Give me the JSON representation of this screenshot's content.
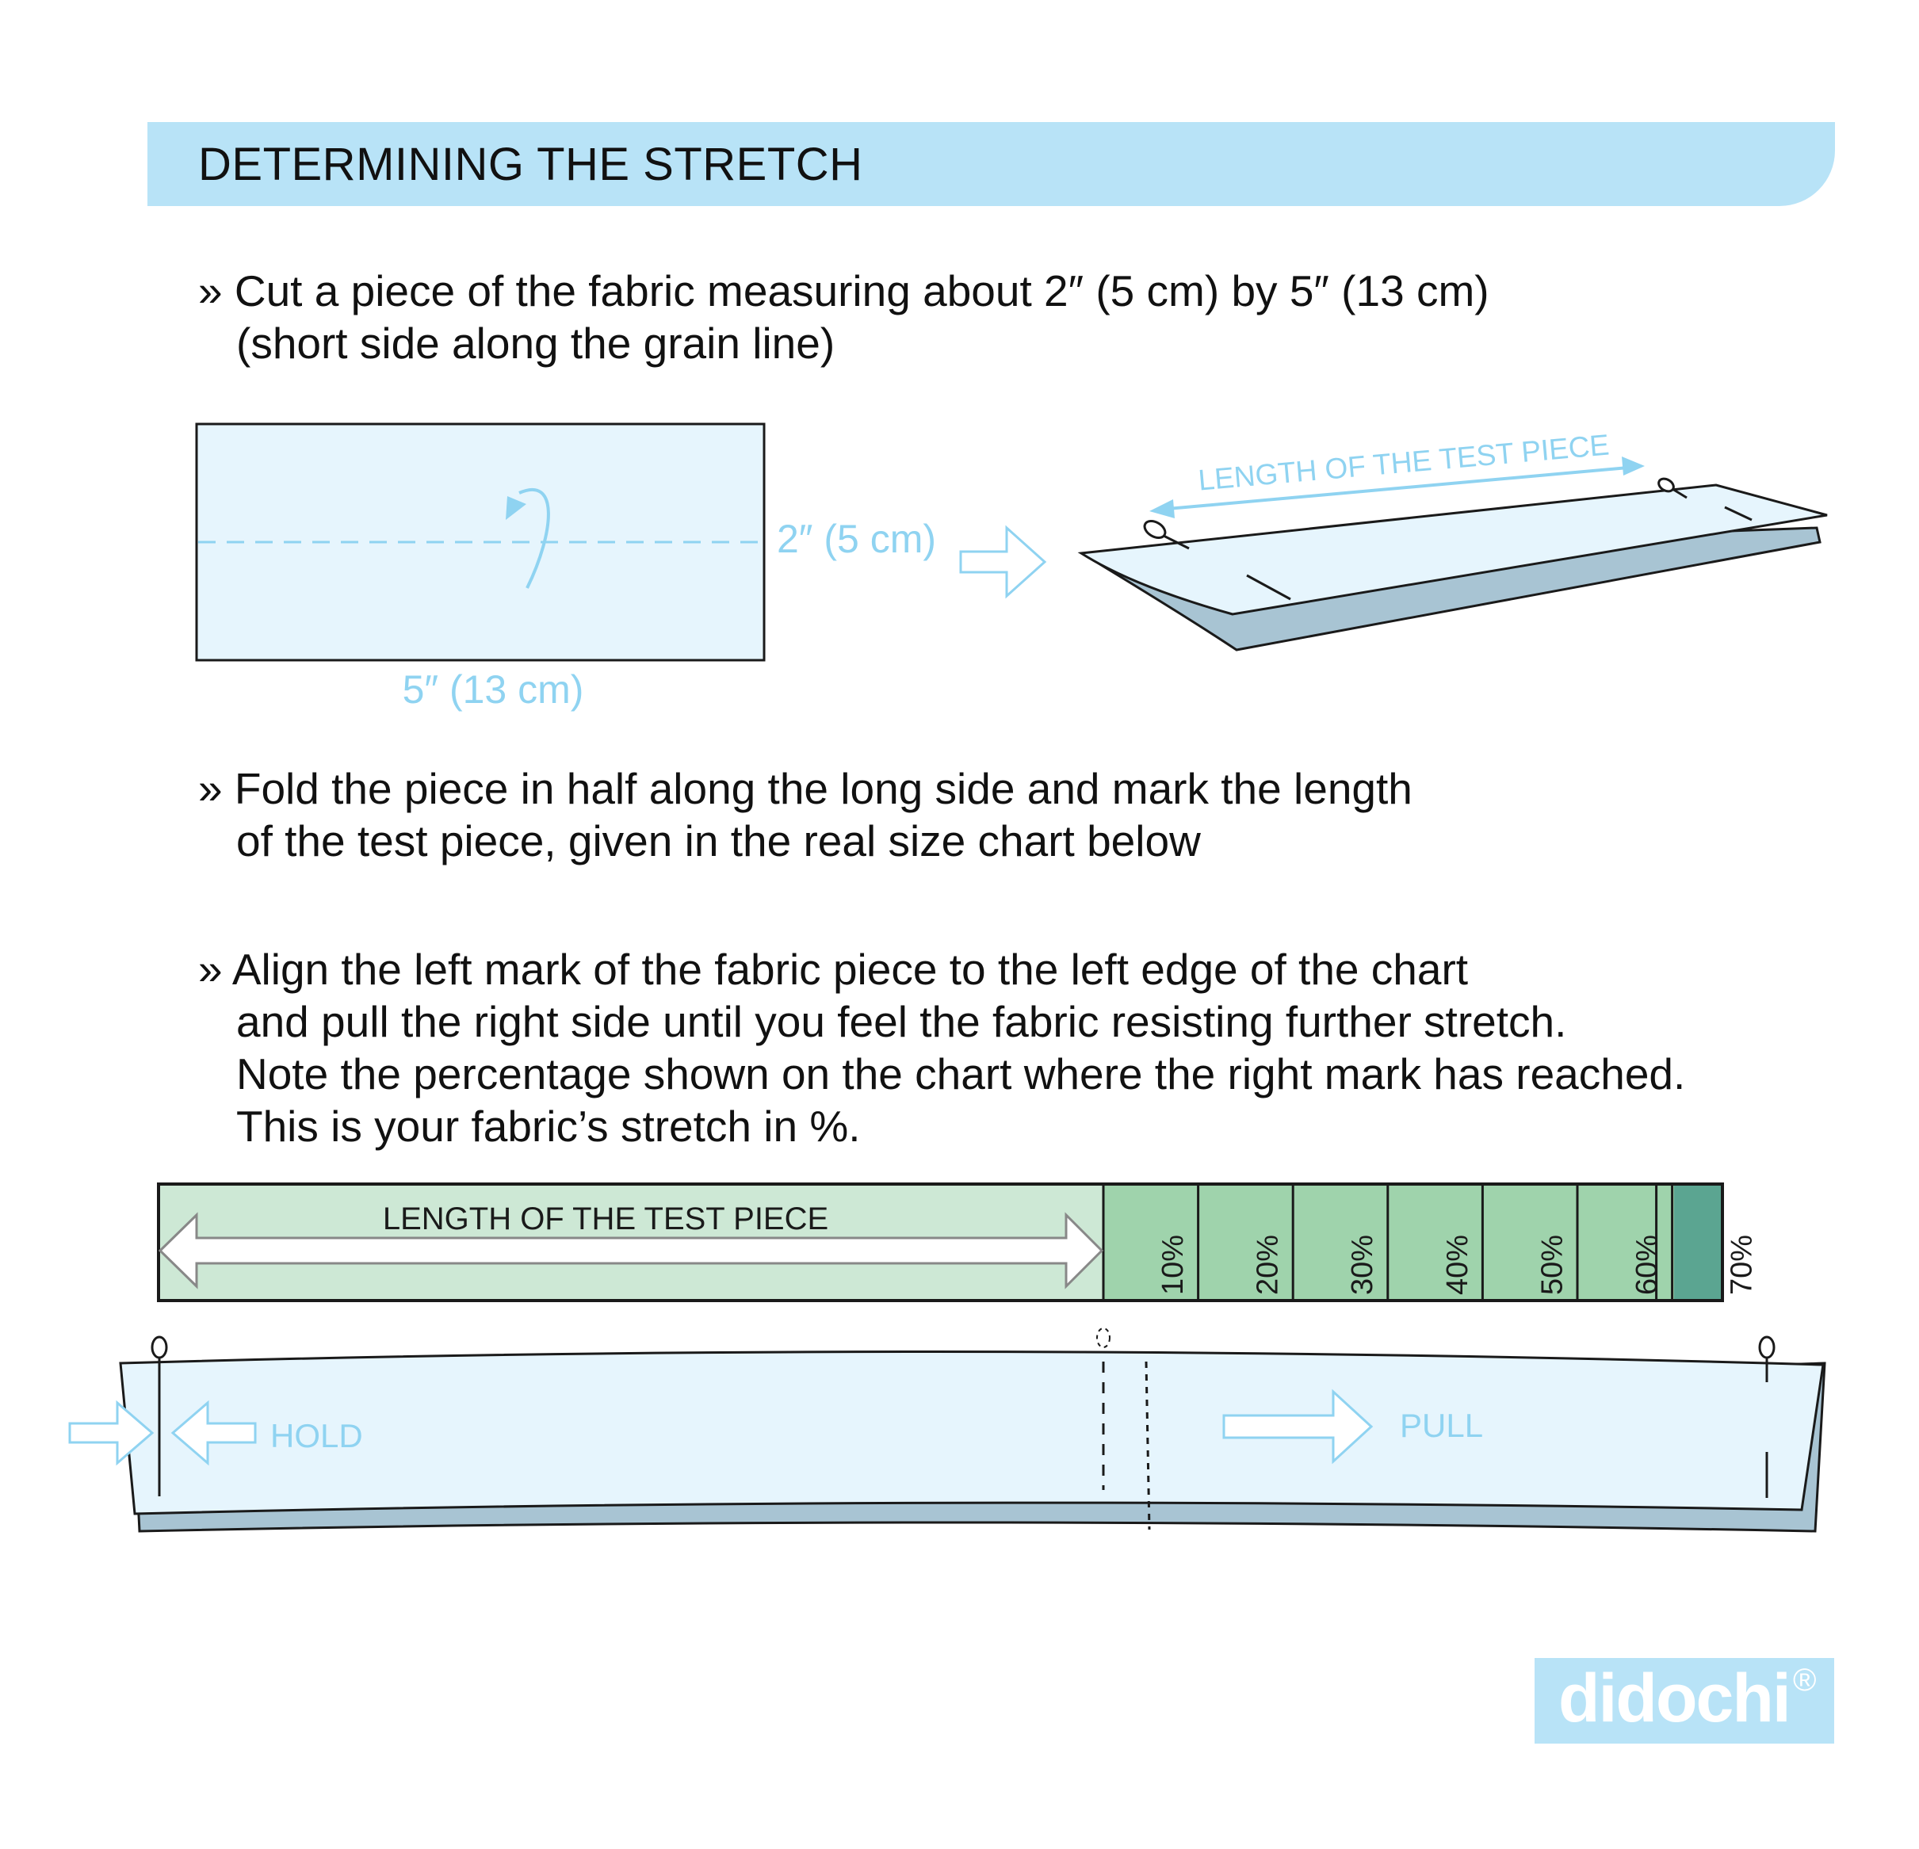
{
  "header": {
    "title": "DETERMINING THE STRETCH"
  },
  "steps": [
    {
      "lines": [
        "» Cut a piece of the fabric measuring about 2″ (5 cm) by 5″ (13 cm)",
        "(short side along the grain line)"
      ]
    },
    {
      "lines": [
        "» Fold the piece in half along the long side and mark the length",
        "of the test piece, given in the real size chart below"
      ]
    },
    {
      "lines": [
        "» Align the left mark of the fabric piece to the left edge of the chart",
        "and pull the right side until you feel the fabric resisting further stretch.",
        "Note the percentage shown on the chart where the right mark has reached.",
        "This is your fabric’s stretch in %."
      ]
    }
  ],
  "fabric_piece": {
    "height_label": "2″ (5 cm)",
    "width_label": "5″ (13 cm)"
  },
  "folded_piece": {
    "length_label": "LENGTH OF THE TEST PIECE"
  },
  "chart": {
    "length_label": "LENGTH OF THE TEST PIECE",
    "percentages": [
      "10%",
      "20%",
      "30%",
      "40%",
      "50%",
      "60%",
      "70%"
    ]
  },
  "stretch": {
    "hold_label": "HOLD",
    "pull_label": "PULL"
  },
  "brand": {
    "name": "didochi",
    "mark": "®"
  },
  "colors": {
    "header": "#b8e3f7",
    "fabric": "#e6f5fd",
    "fabric_under": "#a8c4d3",
    "accent_text": "#8fd3f1",
    "chart_length": "#cde8d5",
    "chart_band": "#9fd3ac",
    "chart_band_last": "#5ba591"
  }
}
